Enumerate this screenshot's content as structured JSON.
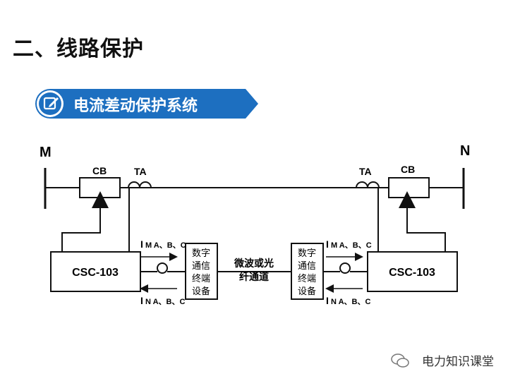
{
  "heading": "二、线路保护",
  "banner": {
    "text": "电流差动保护系统",
    "icon": "edit-icon",
    "color": "#1d6fc0"
  },
  "diagram": {
    "bus_left": "M",
    "bus_right": "N",
    "cb_left": "CB",
    "cb_right": "CB",
    "ta_left": "TA",
    "ta_right": "TA",
    "relay_left": "CSC-103",
    "relay_right": "CSC-103",
    "terminal_left": [
      "数字",
      "通信",
      "终端",
      "设备"
    ],
    "terminal_right": [
      "数字",
      "通信",
      "终端",
      "设备"
    ],
    "channel": [
      "微波或光",
      "纤通道"
    ],
    "left_top_signal_I": "I",
    "left_top_signal_sub": "M A、B、C",
    "left_bottom_signal_I": "I",
    "left_bottom_signal_sub": "N A、B、C",
    "right_top_signal_I": "I",
    "right_top_signal_sub": "M A、B、C",
    "right_bottom_signal_I": "I",
    "right_bottom_signal_sub": "N A、B、C"
  },
  "watermark": "电力知识课堂"
}
